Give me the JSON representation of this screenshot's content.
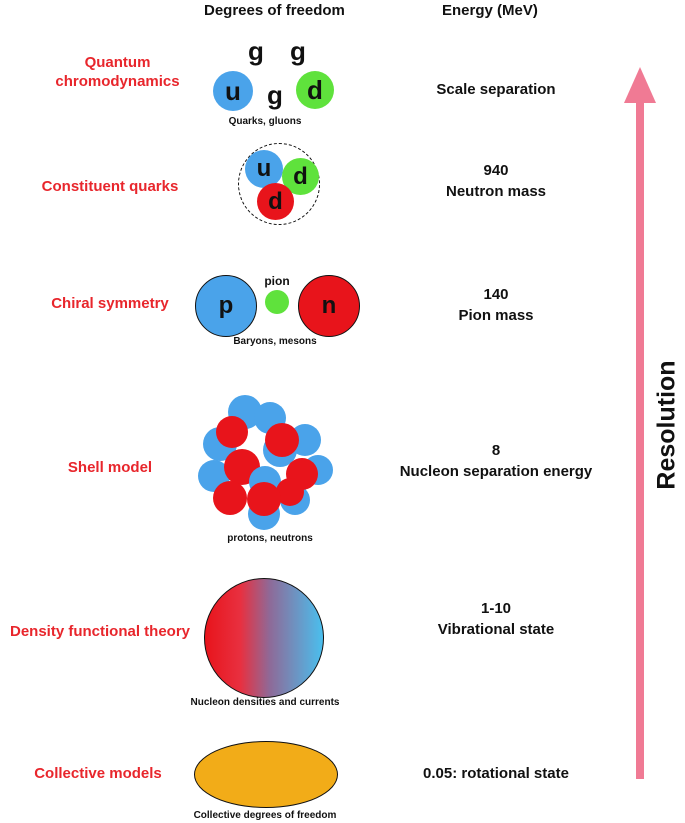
{
  "headers": {
    "degrees": "Degrees of freedom",
    "energy": "Energy (MeV)"
  },
  "levels": [
    {
      "name": "Quantum\nchromodynamics",
      "energy": "Scale separation",
      "caption": "Quarks, gluons"
    },
    {
      "name": "Constituent quarks",
      "energy": "940\nNeutron mass",
      "caption": ""
    },
    {
      "name": "Chiral symmetry",
      "energy": "140\nPion mass",
      "caption": "Baryons, mesons"
    },
    {
      "name": "Shell model",
      "energy": "8\nNucleon separation energy",
      "caption": "protons, neutrons"
    },
    {
      "name": "Density functional theory",
      "energy": "1-10\nVibrational state",
      "caption": "Nucleon densities and currents"
    },
    {
      "name": "Collective models",
      "energy": "0.05: rotational state",
      "caption": "Collective degrees of freedom"
    }
  ],
  "particles": {
    "gluon": "g",
    "up": "u",
    "down": "d",
    "proton": "p",
    "neutron": "n",
    "pion": "pion"
  },
  "arrow_label": "Resolution",
  "colors": {
    "level_text": "#e8262c",
    "quark_blue": "#4aa3ea",
    "quark_green": "#5fe23c",
    "quark_red": "#e8141b",
    "arrow": "#f07a94",
    "collective": "#f2ac18"
  }
}
